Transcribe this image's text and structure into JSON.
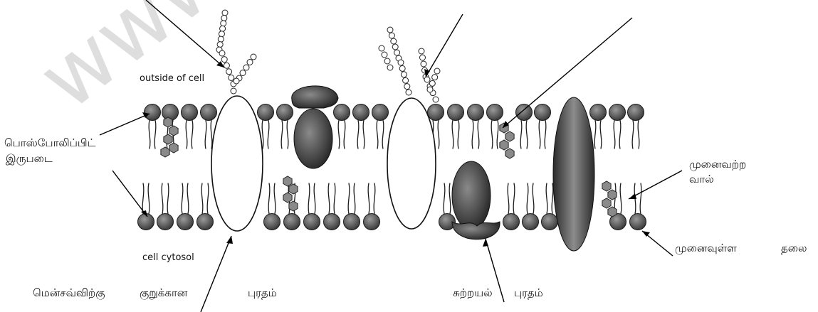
{
  "diagram": {
    "labels": {
      "outside": "outside of cell",
      "cytosol": "cell cytosol",
      "phospholipid_bilayer_line1": "பொஸ்போலிப்பிட்",
      "phospholipid_bilayer_line2": "இருபடை",
      "nonpolar_tail_line1": "முனைவற்ற",
      "nonpolar_tail_line2": "வால்",
      "polar_head_a": "முனைவுள்ள",
      "polar_head_b": "தலை",
      "bottom_left_a": "மென்சவ்விற்கு",
      "bottom_left_b": "குறுக்கான",
      "bottom_left_c": "புரதம்",
      "bottom_right_a": "சுற்றயல்",
      "bottom_right_b": "புரதம்"
    },
    "watermark": "www.as",
    "colors": {
      "head": "#5a5a5a",
      "protein": "#3a3a3a",
      "cholesterol": "#7a7a7a",
      "line": "#111111",
      "watermark": "#dcdcdc"
    }
  }
}
